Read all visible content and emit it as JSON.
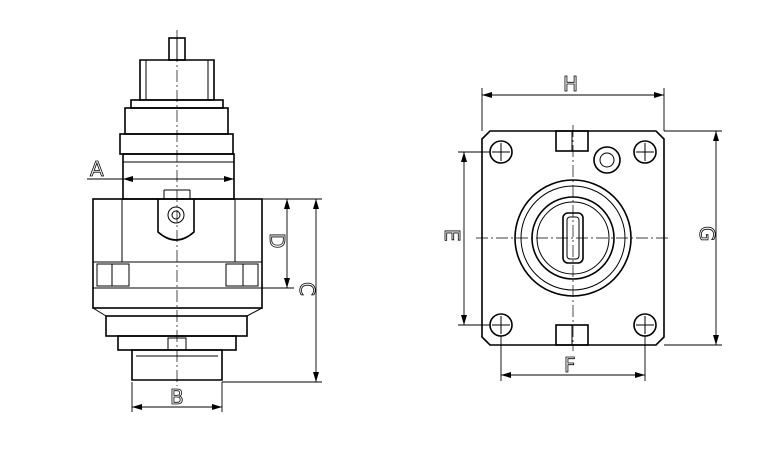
{
  "dimension_labels": {
    "A": "A",
    "B": "B",
    "C": "C",
    "D": "D",
    "E": "E",
    "F": "F",
    "G": "G",
    "H": "H"
  },
  "views": {
    "left": "side-view",
    "right": "front-view"
  },
  "colors": {
    "line": "#000000",
    "background": "#ffffff"
  }
}
